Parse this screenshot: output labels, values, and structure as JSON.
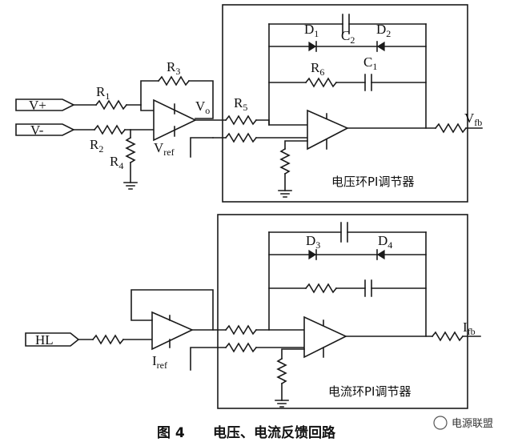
{
  "labels": {
    "v_plus": "V+",
    "v_minus": "V-",
    "r1": "R",
    "r1_sub": "1",
    "r2": "R",
    "r2_sub": "2",
    "r3": "R",
    "r3_sub": "3",
    "r4": "R",
    "r4_sub": "4",
    "r5": "R",
    "r5_sub": "5",
    "r6": "R",
    "r6_sub": "6",
    "vo": "V",
    "vo_sub": "o",
    "vref": "V",
    "vref_sub": "ref",
    "d1": "D",
    "d1_sub": "1",
    "d2": "D",
    "d2_sub": "2",
    "c1": "C",
    "c1_sub": "1",
    "c2": "C",
    "c2_sub": "2",
    "vfb": "V",
    "vfb_sub": "fb",
    "d3": "D",
    "d3_sub": "3",
    "d4": "D",
    "d4_sub": "4",
    "hl": "HL",
    "iref": "I",
    "iref_sub": "ref",
    "ifb": "I",
    "ifb_sub": "fb"
  },
  "blocks": {
    "voltage_pi": "电压环PI调节器",
    "current_pi": "电流环PI调节器"
  },
  "caption": {
    "fig_no": "图 4",
    "title": "电压、电流反馈回路"
  },
  "watermark": "电源联盟"
}
